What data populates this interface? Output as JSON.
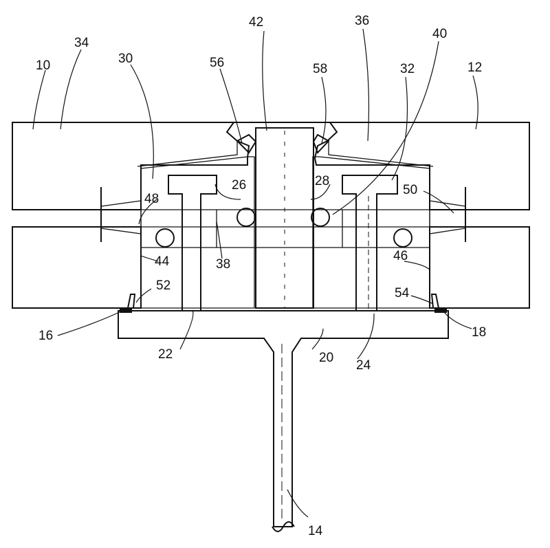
{
  "figure": {
    "reference_numerals": [
      "10",
      "34",
      "30",
      "56",
      "42",
      "58",
      "36",
      "40",
      "32",
      "12",
      "26",
      "28",
      "48",
      "50",
      "38",
      "44",
      "46",
      "52",
      "54",
      "16",
      "22",
      "20",
      "24",
      "18",
      "14"
    ]
  }
}
